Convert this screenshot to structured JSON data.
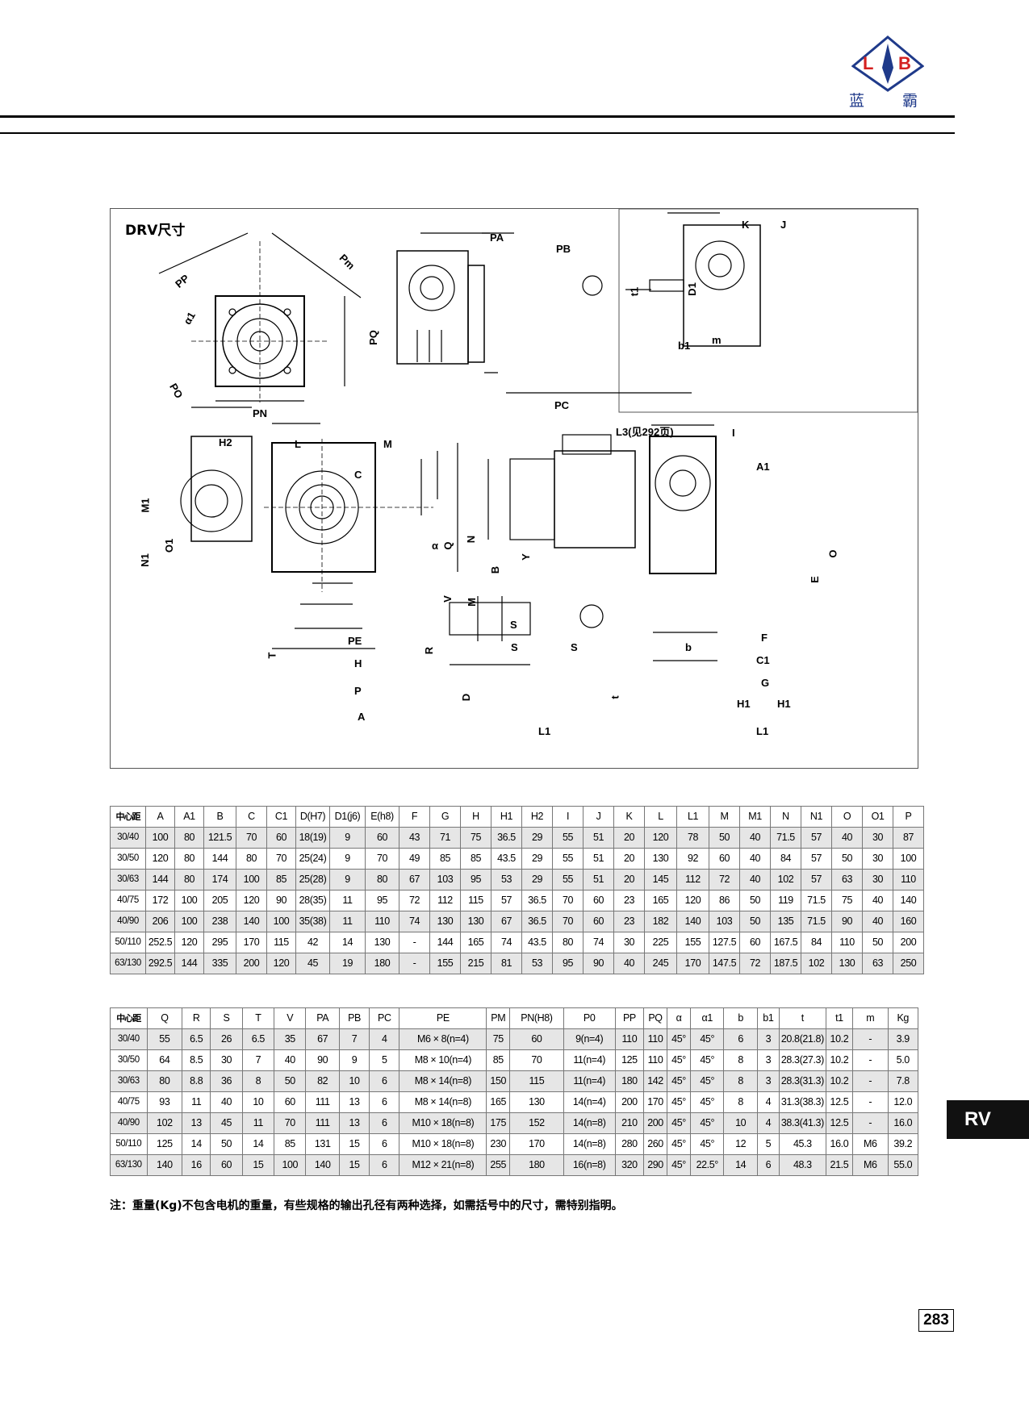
{
  "brand": {
    "letter_left": "L",
    "letter_right": "B",
    "name_left": "蓝",
    "name_right": "霸",
    "color": "#1f3a8a",
    "accent": "#d42020"
  },
  "section_title": "DRV尺寸",
  "dimension_labels": {
    "PA": "PA",
    "PB": "PB",
    "PC": "PC",
    "PP": "PP",
    "Pm": "Pm",
    "PQ": "PQ",
    "PO": "PO",
    "PN": "PN",
    "a1": "α1",
    "K": "K",
    "J": "J",
    "t1": "t1",
    "D1": "D1",
    "b1": "b1",
    "m": "m",
    "H2": "H2",
    "L": "L",
    "M": "M",
    "C": "C",
    "M1": "M1",
    "N1": "N1",
    "O1": "O1",
    "Q": "Q",
    "N": "N",
    "B": "B",
    "V": "V",
    "M_lower": "M",
    "S": "S",
    "R": "R",
    "T": "T",
    "alpha": "α",
    "PE": "PE",
    "H": "H",
    "P": "P",
    "A": "A",
    "L3": "L3(见292页)",
    "I": "I",
    "A1": "A1",
    "Y": "Y",
    "O": "O",
    "E": "E",
    "F": "F",
    "C1": "C1",
    "G": "G",
    "H1a": "H1",
    "H1b": "H1",
    "L1_right": "L1",
    "S1": "S",
    "S2": "S",
    "D": "D",
    "L1": "L1",
    "b": "b",
    "t": "t"
  },
  "table1": {
    "headers": [
      "中心距",
      "A",
      "A1",
      "B",
      "C",
      "C1",
      "D(H7)",
      "D1(j6)",
      "E(h8)",
      "F",
      "G",
      "H",
      "H1",
      "H2",
      "I",
      "J",
      "K",
      "L",
      "L1",
      "M",
      "M1",
      "N",
      "N1",
      "O",
      "O1",
      "P"
    ],
    "rows": [
      [
        "30/40",
        "100",
        "80",
        "121.5",
        "70",
        "60",
        "18(19)",
        "9",
        "60",
        "43",
        "71",
        "75",
        "36.5",
        "29",
        "55",
        "51",
        "20",
        "120",
        "78",
        "50",
        "40",
        "71.5",
        "57",
        "40",
        "30",
        "87"
      ],
      [
        "30/50",
        "120",
        "80",
        "144",
        "80",
        "70",
        "25(24)",
        "9",
        "70",
        "49",
        "85",
        "85",
        "43.5",
        "29",
        "55",
        "51",
        "20",
        "130",
        "92",
        "60",
        "40",
        "84",
        "57",
        "50",
        "30",
        "100"
      ],
      [
        "30/63",
        "144",
        "80",
        "174",
        "100",
        "85",
        "25(28)",
        "9",
        "80",
        "67",
        "103",
        "95",
        "53",
        "29",
        "55",
        "51",
        "20",
        "145",
        "112",
        "72",
        "40",
        "102",
        "57",
        "63",
        "30",
        "110"
      ],
      [
        "40/75",
        "172",
        "100",
        "205",
        "120",
        "90",
        "28(35)",
        "11",
        "95",
        "72",
        "112",
        "115",
        "57",
        "36.5",
        "70",
        "60",
        "23",
        "165",
        "120",
        "86",
        "50",
        "119",
        "71.5",
        "75",
        "40",
        "140"
      ],
      [
        "40/90",
        "206",
        "100",
        "238",
        "140",
        "100",
        "35(38)",
        "11",
        "110",
        "74",
        "130",
        "130",
        "67",
        "36.5",
        "70",
        "60",
        "23",
        "182",
        "140",
        "103",
        "50",
        "135",
        "71.5",
        "90",
        "40",
        "160"
      ],
      [
        "50/110",
        "252.5",
        "120",
        "295",
        "170",
        "115",
        "42",
        "14",
        "130",
        "-",
        "144",
        "165",
        "74",
        "43.5",
        "80",
        "74",
        "30",
        "225",
        "155",
        "127.5",
        "60",
        "167.5",
        "84",
        "110",
        "50",
        "200"
      ],
      [
        "63/130",
        "292.5",
        "144",
        "335",
        "200",
        "120",
        "45",
        "19",
        "180",
        "-",
        "155",
        "215",
        "81",
        "53",
        "95",
        "90",
        "40",
        "245",
        "170",
        "147.5",
        "72",
        "187.5",
        "102",
        "130",
        "63",
        "250"
      ]
    ]
  },
  "table2": {
    "headers": [
      "中心距",
      "Q",
      "R",
      "S",
      "T",
      "V",
      "PA",
      "PB",
      "PC",
      "PE",
      "PM",
      "PN(H8)",
      "P0",
      "PP",
      "PQ",
      "α",
      "α1",
      "b",
      "b1",
      "t",
      "t1",
      "m",
      "Kg"
    ],
    "rows": [
      [
        "30/40",
        "55",
        "6.5",
        "26",
        "6.5",
        "35",
        "67",
        "7",
        "4",
        "M6 × 8(n=4)",
        "75",
        "60",
        "9(n=4)",
        "110",
        "110",
        "45°",
        "45°",
        "6",
        "3",
        "20.8(21.8)",
        "10.2",
        "-",
        "3.9"
      ],
      [
        "30/50",
        "64",
        "8.5",
        "30",
        "7",
        "40",
        "90",
        "9",
        "5",
        "M8 × 10(n=4)",
        "85",
        "70",
        "11(n=4)",
        "125",
        "110",
        "45°",
        "45°",
        "8",
        "3",
        "28.3(27.3)",
        "10.2",
        "-",
        "5.0"
      ],
      [
        "30/63",
        "80",
        "8.8",
        "36",
        "8",
        "50",
        "82",
        "10",
        "6",
        "M8 × 14(n=8)",
        "150",
        "115",
        "11(n=4)",
        "180",
        "142",
        "45°",
        "45°",
        "8",
        "3",
        "28.3(31.3)",
        "10.2",
        "-",
        "7.8"
      ],
      [
        "40/75",
        "93",
        "11",
        "40",
        "10",
        "60",
        "111",
        "13",
        "6",
        "M8 × 14(n=8)",
        "165",
        "130",
        "14(n=4)",
        "200",
        "170",
        "45°",
        "45°",
        "8",
        "4",
        "31.3(38.3)",
        "12.5",
        "-",
        "12.0"
      ],
      [
        "40/90",
        "102",
        "13",
        "45",
        "11",
        "70",
        "111",
        "13",
        "6",
        "M10 × 18(n=8)",
        "175",
        "152",
        "14(n=8)",
        "210",
        "200",
        "45°",
        "45°",
        "10",
        "4",
        "38.3(41.3)",
        "12.5",
        "-",
        "16.0"
      ],
      [
        "50/110",
        "125",
        "14",
        "50",
        "14",
        "85",
        "131",
        "15",
        "6",
        "M10 × 18(n=8)",
        "230",
        "170",
        "14(n=8)",
        "280",
        "260",
        "45°",
        "45°",
        "12",
        "5",
        "45.3",
        "16.0",
        "M6",
        "39.2"
      ],
      [
        "63/130",
        "140",
        "16",
        "60",
        "15",
        "100",
        "140",
        "15",
        "6",
        "M12 × 21(n=8)",
        "255",
        "180",
        "16(n=8)",
        "320",
        "290",
        "45°",
        "22.5°",
        "14",
        "6",
        "48.3",
        "21.5",
        "M6",
        "55.0"
      ]
    ]
  },
  "note": "注：重量(Kg)不包含电机的重量，有些规格的输出孔径有两种选择，如需括号中的尺寸，需特别指明。",
  "side_tab": "RV",
  "page_number": "283"
}
